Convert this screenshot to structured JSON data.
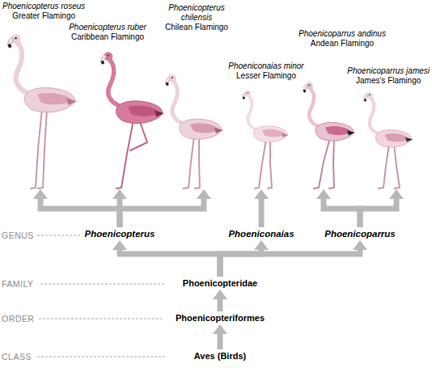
{
  "diagram": {
    "nodes": [
      {
        "text": [
          "Phoenicopterus roseus",
          "Greater Flamingo"
        ]
      },
      {
        "text": [
          "Phoenicopterus ruber",
          "Caribbean Flamingo"
        ]
      },
      {
        "text": [
          "Phoenicopterus chilensis",
          "Chilean Flamingo"
        ]
      },
      {
        "text": [
          "Phoeniconaias minor",
          "Lesser Flamingo"
        ]
      },
      {
        "text": [
          "Phoenicoparrus andinus",
          "Andean Flamingo"
        ]
      },
      {
        "text": [
          "Phoenicoparrus jamesi",
          "James's Flamingo"
        ]
      },
      {
        "text": [
          "Phoenicopterus"
        ]
      },
      {
        "text": [
          "Phoeniconaias"
        ]
      },
      {
        "text": [
          "Phoenicoparrus"
        ]
      },
      {
        "text": [
          "Phoenicopteridae"
        ]
      },
      {
        "text": [
          "Phoenicopteriformes"
        ]
      },
      {
        "text": [
          "Aves (Birds)"
        ]
      }
    ],
    "edges": [
      {
        "from": 11,
        "to": 10,
        "arrow": "to"
      },
      {
        "from": 10,
        "to": 9,
        "arrow": "to"
      },
      {
        "from": 9,
        "to": 6,
        "arrow": "to"
      },
      {
        "from": 9,
        "to": 7,
        "arrow": "to"
      },
      {
        "from": 9,
        "to": 8,
        "arrow": "to"
      },
      {
        "from": 6,
        "to": 0,
        "arrow": "to"
      },
      {
        "from": 6,
        "to": 1,
        "arrow": "to"
      },
      {
        "from": 6,
        "to": 2,
        "arrow": "to"
      },
      {
        "from": 7,
        "to": 3,
        "arrow": "to"
      },
      {
        "from": 8,
        "to": 4,
        "arrow": "to"
      },
      {
        "from": 8,
        "to": 5,
        "arrow": "to"
      }
    ],
    "labels": [
      "GENUS",
      "FAMILY",
      "ORDER",
      "CLASS"
    ]
  }
}
